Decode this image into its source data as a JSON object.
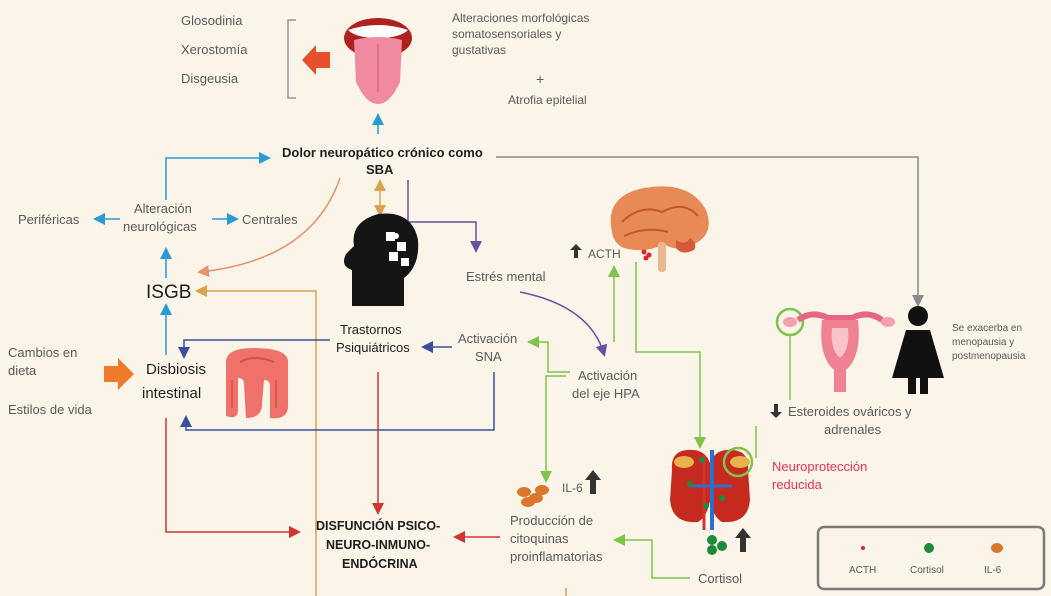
{
  "symptoms": {
    "glosodinia": "Glosodinia",
    "xerostomia": "Xerostomía",
    "disgeusia": "Disgeusia"
  },
  "alteraciones": {
    "line1": "Alteraciones morfológicas",
    "line2": "somatosensoriales y",
    "line3": "gustativas",
    "plus": "+",
    "atrofia": "Atrofia epitelial"
  },
  "dolor": {
    "line1": "Dolor neuropático crónico como",
    "line2": "SBA"
  },
  "alteracion_neuro": {
    "line1": "Alteración",
    "line2": "neurológicas"
  },
  "perifericas": "Periféricas",
  "centrales": "Centrales",
  "isgb": "ISGB",
  "estres": "Estrés mental",
  "trastornos": {
    "line1": "Trastornos",
    "line2": "Psiquiátricos"
  },
  "activacion_sna": {
    "line1": "Activación",
    "line2": "SNA"
  },
  "activacion_hpa": {
    "line1": "Activación",
    "line2": "del eje HPA"
  },
  "acth_label": "ACTH",
  "cambios": {
    "line1": "Cambios en",
    "line2": "dieta"
  },
  "estilos": "Estilos de vida",
  "disbiosis": {
    "line1": "Disbiosis",
    "line2": "intestinal"
  },
  "il6_label": "IL-6",
  "produccion": {
    "line1": "Producción de",
    "line2": "citoquinas",
    "line3": "proinflamatorias"
  },
  "disfuncion": {
    "line1": "DISFUNCIÓN PSICO-",
    "line2": "NEURO-INMUNO-",
    "line3": "ENDÓCRINA"
  },
  "cortisol": "Cortisol",
  "esteroides": {
    "line1": "Esteroides ováricos y",
    "line2": "adrenales"
  },
  "neuroproteccion": {
    "line1": "Neuroprotección",
    "line2": "reducida"
  },
  "menopausia": {
    "line1": "Se exacerba en",
    "line2": "menopausia y",
    "line3": "postmenopausia"
  },
  "legend": {
    "acth": "ACTH",
    "cortisol": "Cortisol",
    "il6": "IL-6"
  },
  "colors": {
    "blue": "#2a9ad6",
    "navy": "#3b4f9a",
    "green": "#7fc34a",
    "red": "#d2342f",
    "orange": "#f06a25",
    "salmon": "#e9916c",
    "purple": "#6a4fa3",
    "gray": "#8a8a8a",
    "tan": "#d9a24f",
    "pink": "#e5335c"
  }
}
